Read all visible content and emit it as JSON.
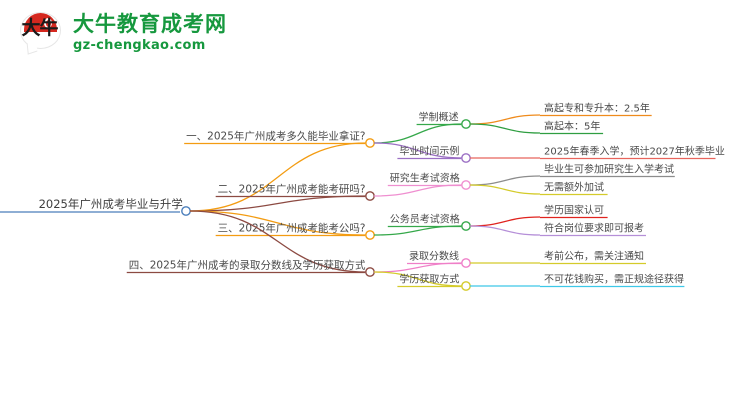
{
  "logo": {
    "mark_text": "大牛",
    "title": "大牛教育成考网",
    "subtitle": "gz-chengkao.com",
    "brand_color": "#16983e",
    "mark_color": "#d5281f"
  },
  "mindmap": {
    "root": {
      "label": "2025年广州成考毕业与升学",
      "underline_color": "#4a7ebb",
      "node_color": "#4a7ebb"
    },
    "branches": [
      {
        "label": "一、2025年广州成考多久能毕业拿证?",
        "color": "#f39c12",
        "children": [
          {
            "label": "学制概述",
            "color": "#35a84a",
            "children": [
              {
                "label": "高起专和专升本：2.5年",
                "color": "#ef8b1c"
              },
              {
                "label": "高起本：5年",
                "color": "#2f9e41"
              }
            ]
          },
          {
            "label": "毕业时间示例",
            "color": "#9b6fc4",
            "children": [
              {
                "label": "2025年春季入学，预计2027年秋季毕业",
                "color": "#e8645c"
              }
            ]
          }
        ]
      },
      {
        "label": "二、2025年广州成考能考研吗?",
        "color": "#8c4a42",
        "children": [
          {
            "label": "研究生考试资格",
            "color": "#ef8fd0",
            "children": [
              {
                "label": "毕业生可参加研究生入学考试",
                "color": "#8c8c8c"
              },
              {
                "label": "无需额外加试",
                "color": "#d4cb2a"
              }
            ]
          }
        ]
      },
      {
        "label": "三、2025年广州成考能考公吗?",
        "color": "#f39c12",
        "children": [
          {
            "label": "公务员考试资格",
            "color": "#35a84a",
            "children": [
              {
                "label": "学历国家认可",
                "color": "#e0231e"
              },
              {
                "label": "符合岗位要求即可报考",
                "color": "#b58fd8"
              }
            ]
          }
        ]
      },
      {
        "label": "四、2025年广州成考的录取分数线及学历获取方式",
        "color": "#8c4a42",
        "children": [
          {
            "label": "录取分数线",
            "color": "#ef7fc8",
            "children": [
              {
                "label": "考前公布，需关注通知",
                "color": "#d4cb2a"
              }
            ]
          },
          {
            "label": "学历获取方式",
            "color": "#d4cb2a",
            "children": [
              {
                "label": "不可花钱购买，需正规途径获得",
                "color": "#3dc8e8"
              }
            ]
          }
        ]
      }
    ]
  }
}
